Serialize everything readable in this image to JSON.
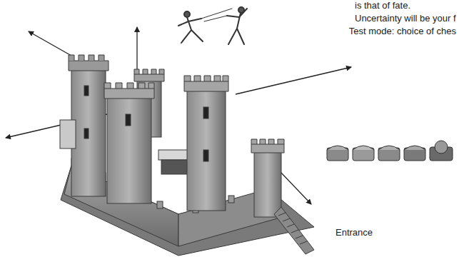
{
  "diagram": {
    "labels": [
      "is that of fate.",
      "Uncertainty will be your f",
      "Test mode: choice of ches",
      "Entrance"
    ]
  }
}
